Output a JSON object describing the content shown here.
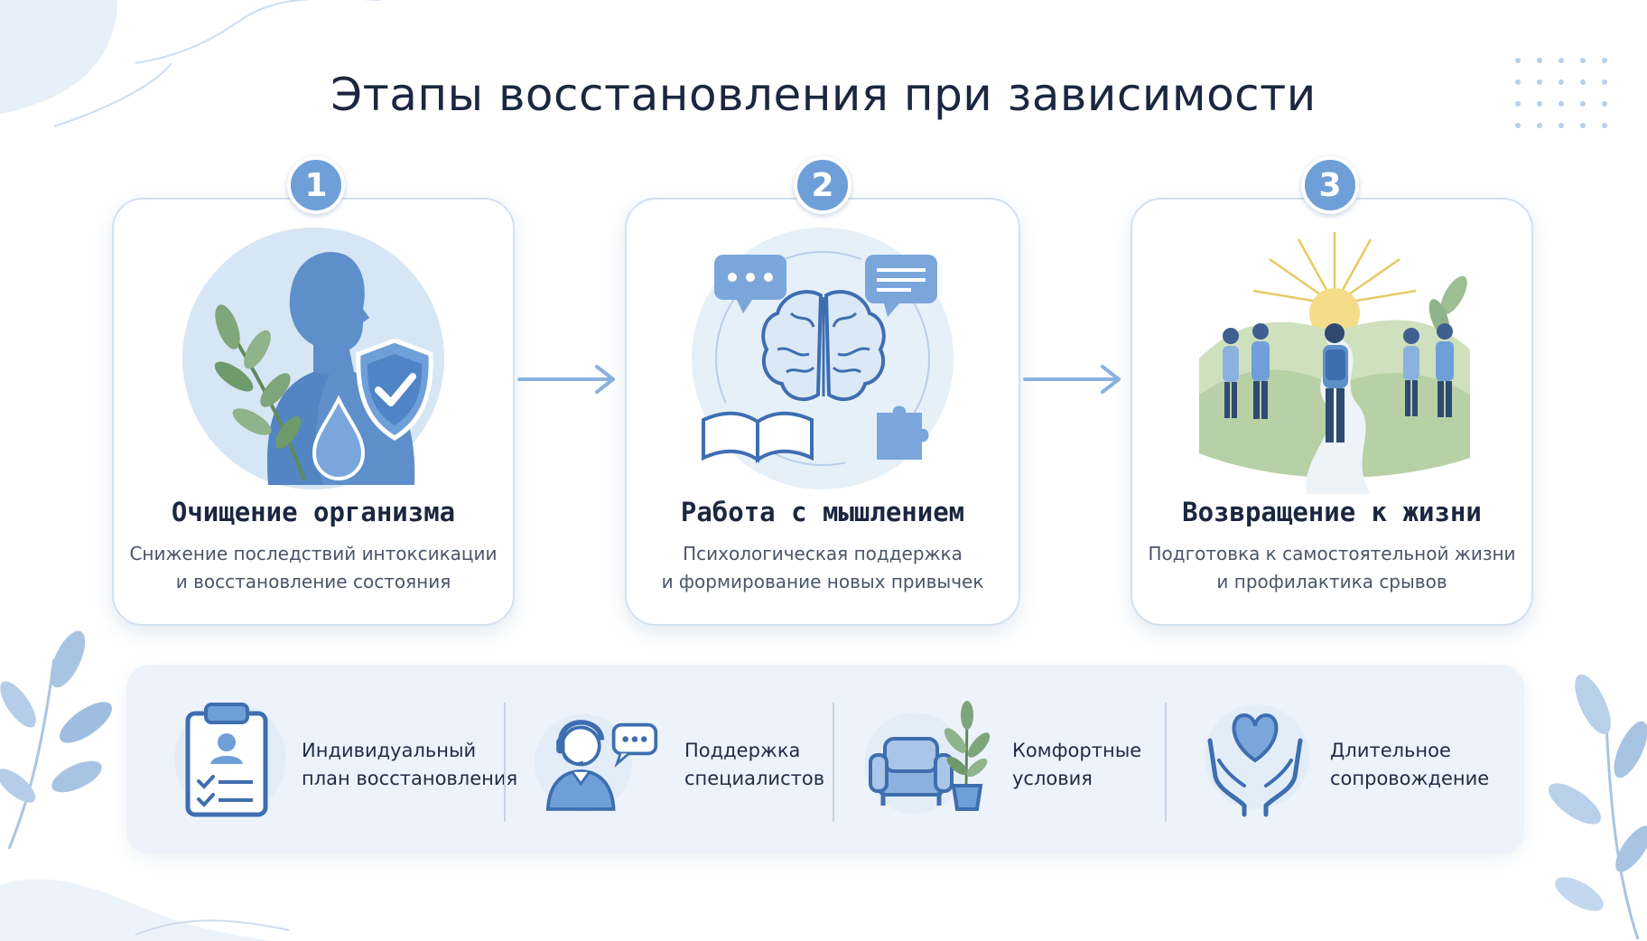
{
  "title": "Этапы восстановления при зависимости",
  "stages": [
    {
      "number": "1",
      "title": "Очищение организма",
      "desc_line1": "Снижение последствий интоксикации",
      "desc_line2": "и восстановление состояния",
      "illustration": "person-shield-icon"
    },
    {
      "number": "2",
      "title": "Работа с мышлением",
      "desc_line1": "Психологическая поддержка",
      "desc_line2": "и формирование новых привычек",
      "illustration": "brain-icon"
    },
    {
      "number": "3",
      "title": "Возвращение к жизни",
      "desc_line1": "Подготовка к самостоятельной жизни",
      "desc_line2": "и профилактика срывов",
      "illustration": "people-path-sunrise-icon"
    }
  ],
  "features": [
    {
      "line1": "Индивидуальный",
      "line2": "план восстановления",
      "icon": "clipboard-icon"
    },
    {
      "line1": "Поддержка",
      "line2": "специалистов",
      "icon": "specialist-headset-icon"
    },
    {
      "line1": "Комфортные",
      "line2": "условия",
      "icon": "armchair-plant-icon"
    },
    {
      "line1": "Длительное",
      "line2": "сопровождение",
      "icon": "heart-hands-icon"
    }
  ],
  "colors": {
    "accent": "#6f9fd8",
    "dark_blue": "#3e6eb0",
    "panel_bg": "#edf3fb",
    "leaf_green": "#7fa57a",
    "title_text": "#1b2740"
  }
}
